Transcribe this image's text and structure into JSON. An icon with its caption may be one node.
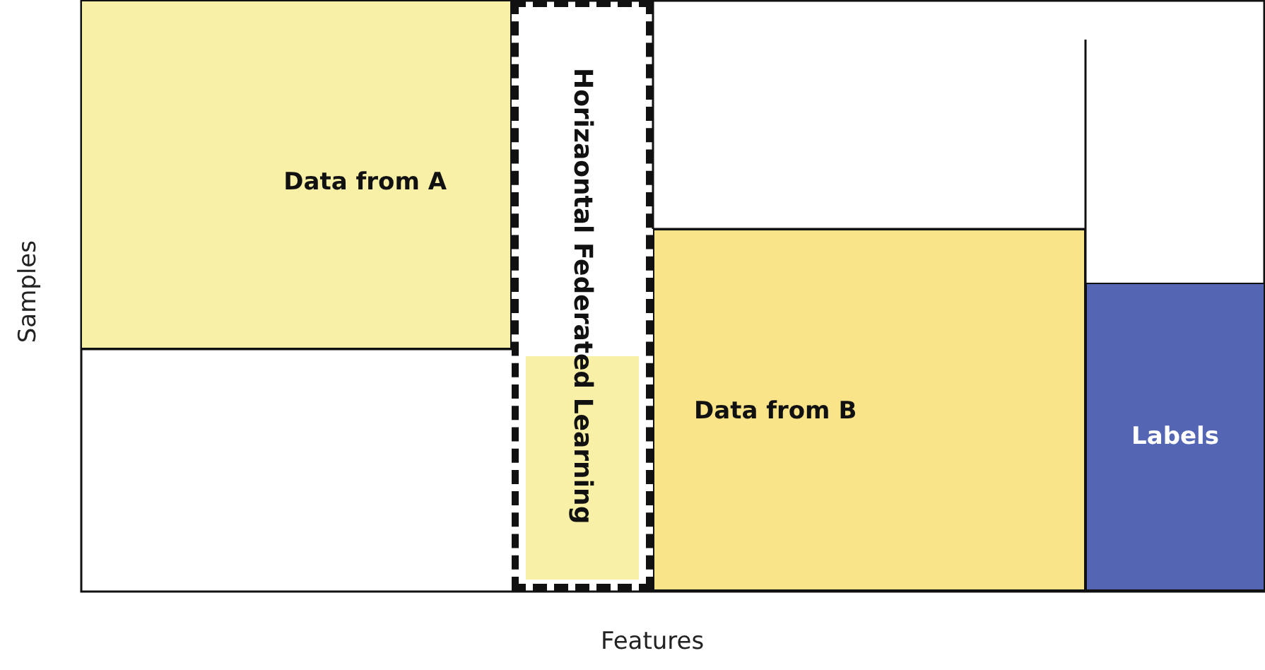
{
  "diagram": {
    "nodes": [
      {
        "text": [
          "Data from A"
        ]
      },
      {
        "text": [
          "Horizaontal Federated Learning"
        ]
      },
      {
        "text": [
          "Data from B"
        ]
      },
      {
        "text": [
          "Labels"
        ]
      }
    ],
    "edges": [],
    "labels": [
      "Samples",
      "Features"
    ]
  }
}
